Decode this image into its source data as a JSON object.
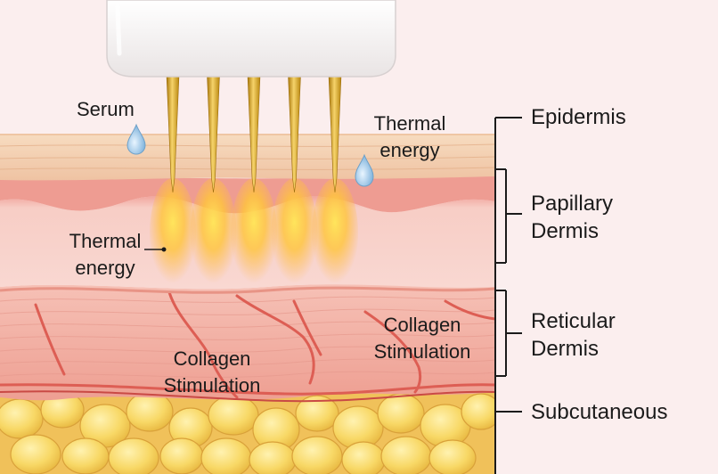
{
  "layers": {
    "epidermis": "Epidermis",
    "papillary_line1": "Papillary",
    "papillary_line2": "Dermis",
    "reticular_line1": "Reticular",
    "reticular_line2": "Dermis",
    "subcutaneous": "Subcutaneous"
  },
  "annotations": {
    "serum": "Serum",
    "thermal_top_line1": "Thermal",
    "thermal_top_line2": "energy",
    "thermal_left_line1": "Thermal",
    "thermal_left_line2": "energy",
    "collagen_left_line1": "Collagen",
    "collagen_left_line2": "Stimulation",
    "collagen_right_line1": "Collagen",
    "collagen_right_line2": "Stimulation"
  },
  "device": {
    "needle_count": 5
  },
  "colors": {
    "epidermis": "#f4d1b2",
    "papillary": "#f6c9c2",
    "reticular": "#f2b6aa",
    "fat": "#f6d56e",
    "needle": "#d9a520",
    "glow": "#ffd23c",
    "vessel": "#e0675c"
  }
}
